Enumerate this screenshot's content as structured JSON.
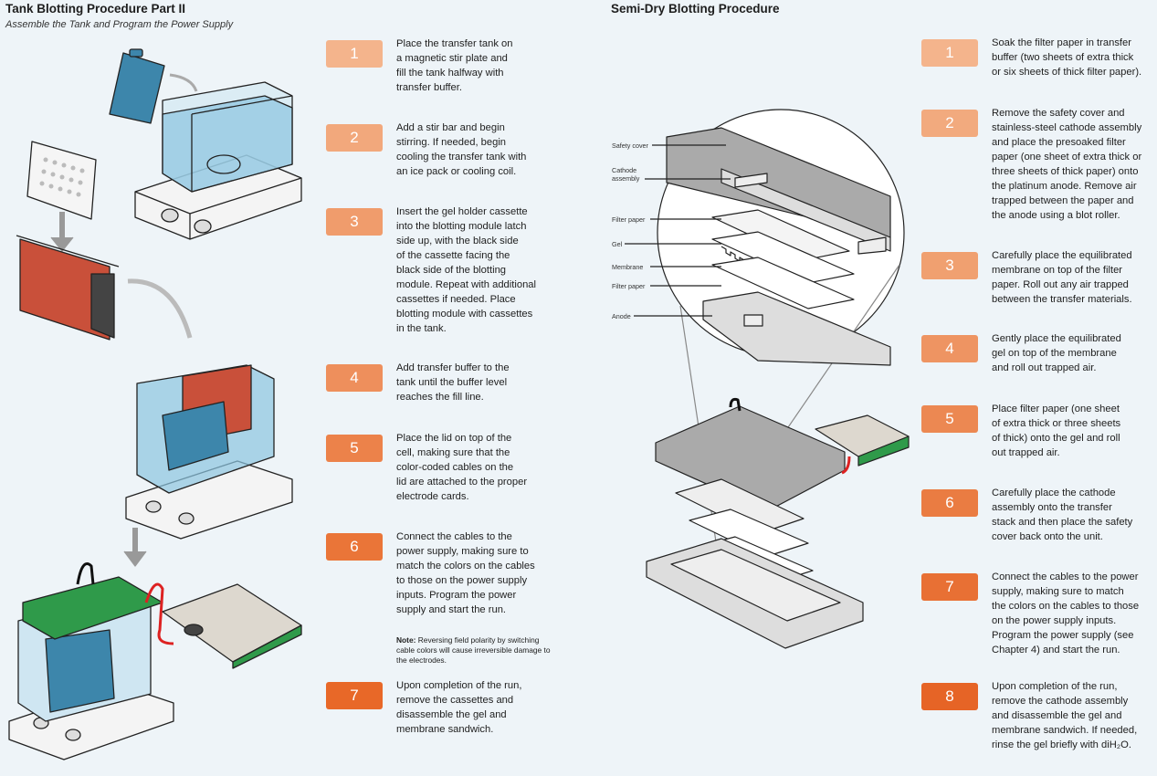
{
  "tank": {
    "title": "Tank Blotting Procedure Part II",
    "subtitle": "Assemble the Tank and Program the Power Supply",
    "steps": [
      {
        "num": "1",
        "color": "#f4b48c",
        "text": "Place the transfer tank on\na magnetic stir plate and\nfill the tank halfway with\ntransfer buffer."
      },
      {
        "num": "2",
        "color": "#f2a87c",
        "text": "Add a stir bar and begin\nstirring. If needed, begin\ncooling the transfer tank with\nan ice pack or cooling coil."
      },
      {
        "num": "3",
        "color": "#f09c6c",
        "text": "Insert the gel holder cassette\ninto the blotting module latch\nside up, with the black side\nof the cassette facing the\nblack side of the blotting\nmodule. Repeat with additional\ncassettes if needed. Place\nblotting module with cassettes\nin the tank."
      },
      {
        "num": "4",
        "color": "#ee8f5c",
        "text": "Add transfer buffer to the\ntank until the buffer level\nreaches the fill line."
      },
      {
        "num": "5",
        "color": "#ec824a",
        "text": "Place the lid on top of the\ncell, making sure that the\ncolor-coded cables on the\nlid are attached to the proper\nelectrode cards."
      },
      {
        "num": "6",
        "color": "#ea7538",
        "text": "Connect the cables to the\npower supply, making sure to\nmatch the colors on the cables\nto those on the power supply\ninputs. Program the power\nsupply and start the run."
      },
      {
        "num": "7",
        "color": "#e86828",
        "text": "Upon completion of the run,\nremove the cassettes and\ndisassemble the gel and\nmembrane sandwich."
      }
    ],
    "note_label": "Note:",
    "note_text": " Reversing field polarity by switching cable colors will cause irreversible damage to the electrodes."
  },
  "semidry": {
    "title": "Semi-Dry Blotting Procedure",
    "steps": [
      {
        "num": "1",
        "color": "#f4b48c",
        "text": "Soak the filter paper in transfer\nbuffer (two sheets of extra thick\nor six sheets of thick filter paper)."
      },
      {
        "num": "2",
        "color": "#f2aa7e",
        "text": "Remove the safety cover and\nstainless-steel cathode assembly\nand place the presoaked filter\npaper (one sheet of extra thick or\nthree sheets of thick paper) onto\nthe platinum anode. Remove air\ntrapped between the paper and\nthe anode using a blot roller."
      },
      {
        "num": "3",
        "color": "#f0a070",
        "text": "Carefully place the equilibrated\nmembrane on top of the filter\npaper. Roll out any air trapped\nbetween the transfer materials."
      },
      {
        "num": "4",
        "color": "#ee9462",
        "text": "Gently place the equilibrated\ngel on top of the membrane\nand roll out trapped air."
      },
      {
        "num": "5",
        "color": "#ec8852",
        "text": "Place filter paper (one sheet\nof extra thick or three sheets\nof thick) onto the gel and roll\nout trapped air."
      },
      {
        "num": "6",
        "color": "#ea7c42",
        "text": "Carefully place the cathode\nassembly onto the transfer\nstack and then place the safety\ncover back onto the unit."
      },
      {
        "num": "7",
        "color": "#e87034",
        "text": "Connect the cables to the power\nsupply, making sure to match\nthe colors on the cables to those\non the power supply inputs.\nProgram the power supply (see\nChapter 4) and start the run."
      },
      {
        "num": "8",
        "color": "#e66426",
        "text": "Upon completion of the run,\nremove the cathode assembly\nand disassemble the gel and\nmembrane sandwich. If needed,\nrinse the gel briefly with diH₂O."
      }
    ],
    "labels": [
      "Safety cover",
      "Cathode\nassembly",
      "Filter paper",
      "Gel",
      "Membrane",
      "Filter paper",
      "Anode"
    ]
  },
  "colors": {
    "background": "#eef4f8",
    "tank_blue": "#3d86ab",
    "cassette_red": "#c9503a",
    "lid_green": "#2f9a4a",
    "outline": "#222222"
  }
}
